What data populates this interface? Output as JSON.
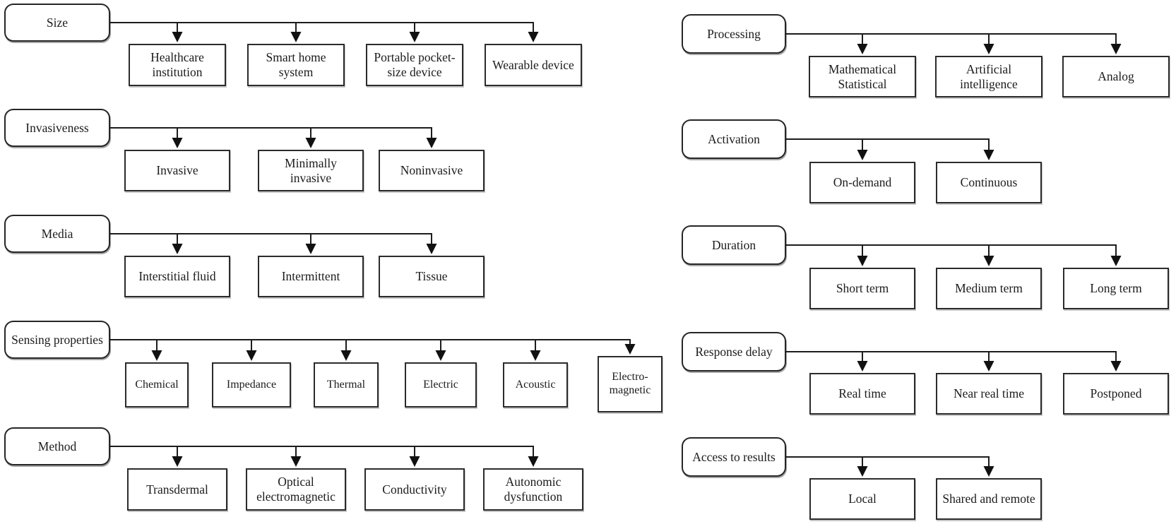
{
  "page": {
    "background": "#ffffff",
    "ink": "#1c1c1c",
    "description": "Classification diagram with rounded category boxes linked by arrows to option boxes"
  },
  "groups": [
    {
      "parent": "Size",
      "children": [
        "Healthcare institution",
        "Smart home system",
        "Portable pocket-size device",
        "Wearable device"
      ]
    },
    {
      "parent": "Invasiveness",
      "children": [
        "Invasive",
        "Minimally invasive",
        "Noninvasive"
      ]
    },
    {
      "parent": "Media",
      "children": [
        "Interstitial fluid",
        "Intermittent",
        "Tissue"
      ]
    },
    {
      "parent": "Sensing properties",
      "children": [
        "Chemical",
        "Impedance",
        "Thermal",
        "Electric",
        "Acoustic",
        "Electro-magnetic"
      ]
    },
    {
      "parent": "Method",
      "children": [
        "Transdermal",
        "Optical electromagnetic",
        "Conductivity",
        "Autonomic dysfunction"
      ]
    },
    {
      "parent": "Processing",
      "children": [
        "Mathematical Statistical",
        "Artificial intelligence",
        "Analog"
      ]
    },
    {
      "parent": "Activation",
      "children": [
        "On-demand",
        "Continuous"
      ]
    },
    {
      "parent": "Duration",
      "children": [
        "Short term",
        "Medium term",
        "Long term"
      ]
    },
    {
      "parent": "Response delay",
      "children": [
        "Real time",
        "Near real time",
        "Postponed"
      ]
    },
    {
      "parent": "Access to results",
      "children": [
        "Local",
        "Shared and remote"
      ]
    }
  ]
}
